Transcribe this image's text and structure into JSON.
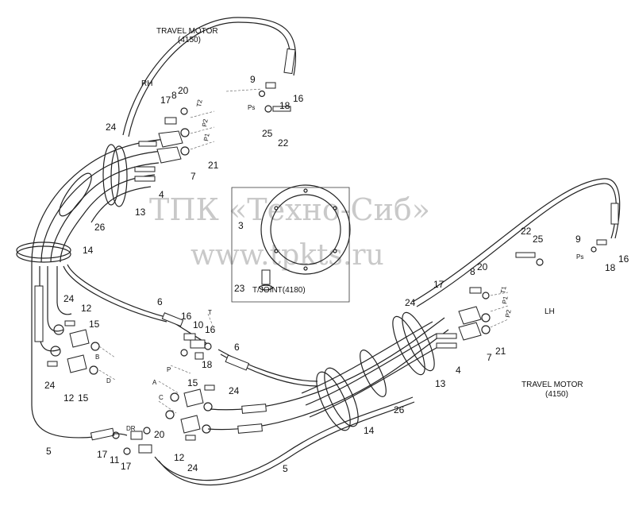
{
  "labels": {
    "travel_motor_rh_title": "TRAVEL MOTOR",
    "travel_motor_rh_code": "(4150)",
    "travel_motor_lh_title": "TRAVEL MOTOR",
    "travel_motor_lh_code": "(4150)",
    "rh": "RH",
    "lh": "LH",
    "tjoint": "T/JOINT(4180)",
    "dr": "DR"
  },
  "watermark": {
    "line1": "ТПК «Техно-Сиб»",
    "line2": "www.tpkts.ru"
  },
  "ports": {
    "t2": "T2",
    "p2": "P2",
    "p1": "P1",
    "ps_rh": "Ps",
    "t1": "T1",
    "p1_lh": "P1",
    "p2_lh": "P2",
    "ps_lh": "Ps",
    "b": "B",
    "d": "D",
    "a": "A",
    "c": "C",
    "p": "P",
    "t": "T"
  },
  "callouts": {
    "n9_rh": "9",
    "n16_rh": "16",
    "n18_rh": "18",
    "n25_rh": "25",
    "n22_rh": "22",
    "n17_rh": "17",
    "n8_rh": "8",
    "n20_rh": "20",
    "n24_rh": "24",
    "n7_rh": "7",
    "n21_rh": "21",
    "n4_rh": "4",
    "n13_rh": "13",
    "n26_rh": "26",
    "n14_top": "14",
    "n3": "3",
    "n23": "23",
    "n22_lh": "22",
    "n25_lh": "25",
    "n9_lh": "9",
    "n16_lh": "16",
    "n18_lh": "18",
    "n8_lh": "8",
    "n20_lh": "20",
    "n17_lh": "17",
    "n24_lh": "24",
    "n4_lh": "4",
    "n7_lh": "7",
    "n21_lh": "21",
    "n13_lh": "13",
    "n26_lh": "26",
    "n14_bot": "14",
    "n6_left": "6",
    "n16_c1": "16",
    "n10_c": "10",
    "n16_c2": "16",
    "n18_c": "18",
    "n6_right": "6",
    "n24_l1": "24",
    "n12_l1": "12",
    "n15_l1": "15",
    "n24_l2": "24",
    "n12_l2": "12",
    "n15_l2": "15",
    "n15_c": "15",
    "n24_c1": "24",
    "n20_dr": "20",
    "n12_c": "12",
    "n24_c2": "24",
    "n5_left": "5",
    "n17_b1": "17",
    "n11_b": "11",
    "n17_b2": "17",
    "n5_right": "5"
  }
}
